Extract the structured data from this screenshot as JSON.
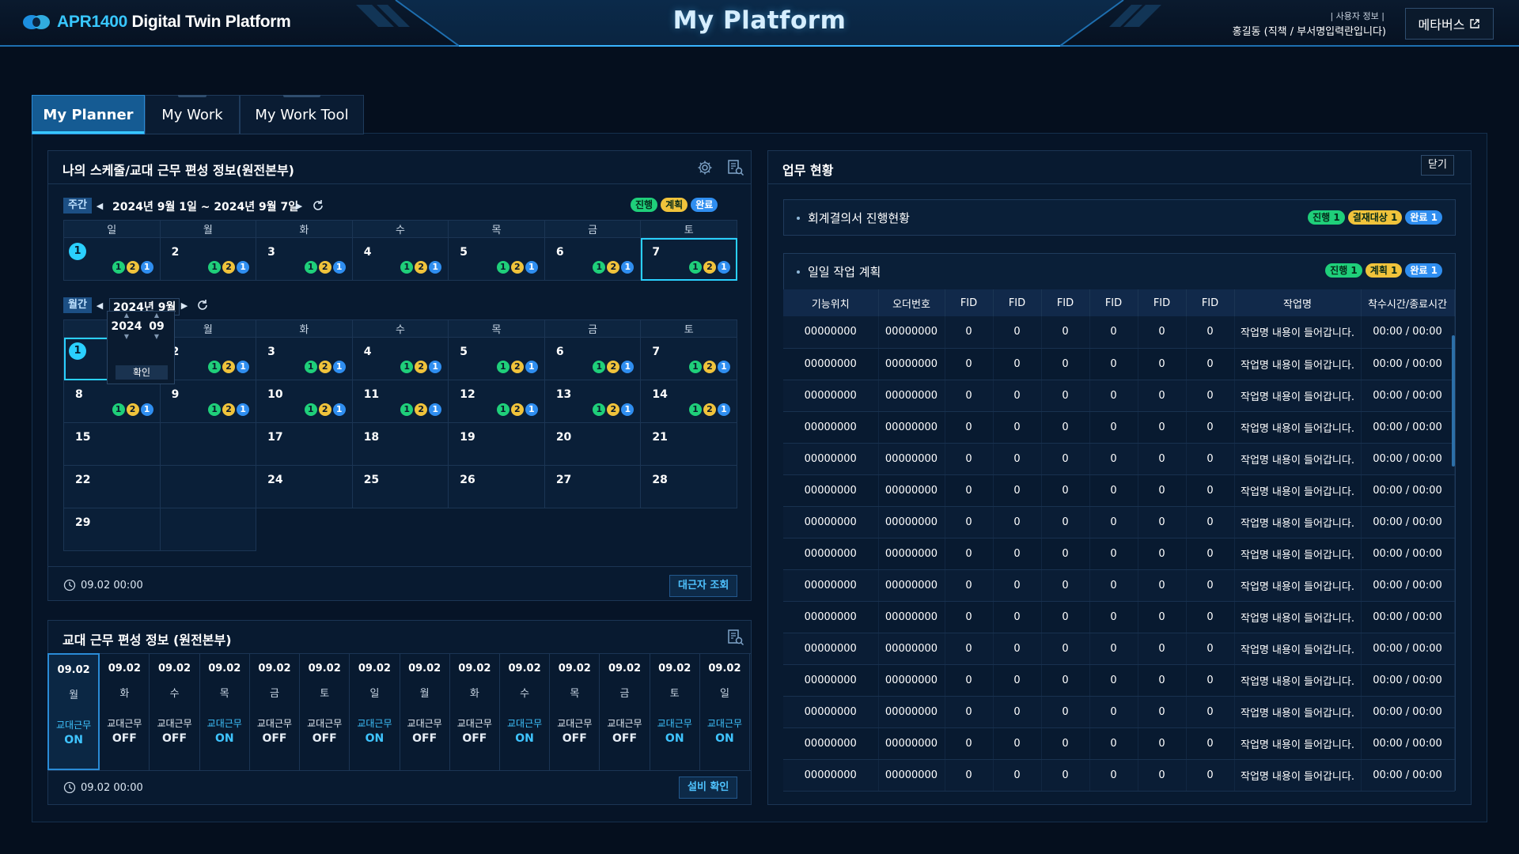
{
  "header": {
    "brand_prefix": "APR1400",
    "brand_suffix": " Digital Twin Platform",
    "title": "My Platform",
    "user_label": "| 사용자 정보 |",
    "user_name": "홍길동 (직책 / 부서명입력란입니다)",
    "metaverse_button": "메타버스"
  },
  "tabs": [
    {
      "label": "My Planner",
      "active": true
    },
    {
      "label": "My Work",
      "active": false
    },
    {
      "label": "My Work Tool",
      "active": false
    }
  ],
  "schedule": {
    "title": "나의 스케줄/교대 근무 편성 정보(원전본부)",
    "legend": [
      "진행",
      "계획",
      "완료"
    ],
    "weekly": {
      "label": "주간",
      "range": "2024년 9월 1일 ~ 2024년 9월 7일",
      "weekdays": [
        "일",
        "월",
        "화",
        "수",
        "목",
        "금",
        "토"
      ],
      "days": [
        "1",
        "2",
        "3",
        "4",
        "5",
        "6",
        "7"
      ],
      "dots": [
        "1",
        "2",
        "1"
      ]
    },
    "monthly": {
      "label": "월간",
      "range": "2024년 9월",
      "weekdays": [
        "일",
        "월",
        "화",
        "수",
        "목",
        "금",
        "토"
      ],
      "rows": [
        [
          "1",
          "2",
          "3",
          "4",
          "5",
          "6",
          "7"
        ],
        [
          "8",
          "9",
          "10",
          "11",
          "12",
          "13",
          "14"
        ],
        [
          "15",
          "",
          "17",
          "18",
          "19",
          "20",
          "21"
        ],
        [
          "22",
          "",
          "24",
          "25",
          "26",
          "27",
          "28"
        ],
        [
          "29",
          "",
          "",
          "",
          "",
          "",
          ""
        ]
      ],
      "picker": {
        "year": "2024",
        "month": "09",
        "confirm": "확인"
      }
    },
    "footer_time": "09.02 00:00",
    "footer_button": "대근자 조회"
  },
  "shift": {
    "title": "교대 근무 편성 정보 (원전본부)",
    "days": [
      {
        "date": "09.02",
        "day": "월",
        "type": "교대근무",
        "state": "ON"
      },
      {
        "date": "09.02",
        "day": "화",
        "type": "교대근무",
        "state": "OFF"
      },
      {
        "date": "09.02",
        "day": "수",
        "type": "교대근무",
        "state": "OFF"
      },
      {
        "date": "09.02",
        "day": "목",
        "type": "교대근무",
        "state": "ON"
      },
      {
        "date": "09.02",
        "day": "금",
        "type": "교대근무",
        "state": "OFF"
      },
      {
        "date": "09.02",
        "day": "토",
        "type": "교대근무",
        "state": "OFF"
      },
      {
        "date": "09.02",
        "day": "일",
        "type": "교대근무",
        "state": "ON"
      },
      {
        "date": "09.02",
        "day": "월",
        "type": "교대근무",
        "state": "OFF"
      },
      {
        "date": "09.02",
        "day": "화",
        "type": "교대근무",
        "state": "OFF"
      },
      {
        "date": "09.02",
        "day": "수",
        "type": "교대근무",
        "state": "ON"
      },
      {
        "date": "09.02",
        "day": "목",
        "type": "교대근무",
        "state": "OFF"
      },
      {
        "date": "09.02",
        "day": "금",
        "type": "교대근무",
        "state": "OFF"
      },
      {
        "date": "09.02",
        "day": "토",
        "type": "교대근무",
        "state": "ON"
      },
      {
        "date": "09.02",
        "day": "일",
        "type": "교대근무",
        "state": "ON"
      }
    ],
    "footer_time": "09.02 00:00",
    "footer_button": "설비 확인"
  },
  "work": {
    "title": "업무 현황",
    "close_button": "닫기",
    "accounting": {
      "title": "회계결의서 진행현황",
      "badges": [
        "진행 1",
        "결재대상 1",
        "완료 1"
      ]
    },
    "daily": {
      "title": "일일 작업 계획",
      "badges": [
        "진행 1",
        "계획 1",
        "완료 1"
      ],
      "columns": [
        "기능위치",
        "오더번호",
        "FID",
        "FID",
        "FID",
        "FID",
        "FID",
        "FID",
        "작업명",
        "착수시간/종료시간"
      ],
      "rows": [
        [
          "00000000",
          "00000000",
          "0",
          "0",
          "0",
          "0",
          "0",
          "0",
          "작업명 내용이 들어갑니다.",
          "00:00 / 00:00"
        ],
        [
          "00000000",
          "00000000",
          "0",
          "0",
          "0",
          "0",
          "0",
          "0",
          "작업명 내용이 들어갑니다.",
          "00:00 / 00:00"
        ],
        [
          "00000000",
          "00000000",
          "0",
          "0",
          "0",
          "0",
          "0",
          "0",
          "작업명 내용이 들어갑니다.",
          "00:00 / 00:00"
        ],
        [
          "00000000",
          "00000000",
          "0",
          "0",
          "0",
          "0",
          "0",
          "0",
          "작업명 내용이 들어갑니다.",
          "00:00 / 00:00"
        ],
        [
          "00000000",
          "00000000",
          "0",
          "0",
          "0",
          "0",
          "0",
          "0",
          "작업명 내용이 들어갑니다.",
          "00:00 / 00:00"
        ],
        [
          "00000000",
          "00000000",
          "0",
          "0",
          "0",
          "0",
          "0",
          "0",
          "작업명 내용이 들어갑니다.",
          "00:00 / 00:00"
        ],
        [
          "00000000",
          "00000000",
          "0",
          "0",
          "0",
          "0",
          "0",
          "0",
          "작업명 내용이 들어갑니다.",
          "00:00 / 00:00"
        ],
        [
          "00000000",
          "00000000",
          "0",
          "0",
          "0",
          "0",
          "0",
          "0",
          "작업명 내용이 들어갑니다.",
          "00:00 / 00:00"
        ],
        [
          "00000000",
          "00000000",
          "0",
          "0",
          "0",
          "0",
          "0",
          "0",
          "작업명 내용이 들어갑니다.",
          "00:00 / 00:00"
        ],
        [
          "00000000",
          "00000000",
          "0",
          "0",
          "0",
          "0",
          "0",
          "0",
          "작업명 내용이 들어갑니다.",
          "00:00 / 00:00"
        ],
        [
          "00000000",
          "00000000",
          "0",
          "0",
          "0",
          "0",
          "0",
          "0",
          "작업명 내용이 들어갑니다.",
          "00:00 / 00:00"
        ],
        [
          "00000000",
          "00000000",
          "0",
          "0",
          "0",
          "0",
          "0",
          "0",
          "작업명 내용이 들어갑니다.",
          "00:00 / 00:00"
        ],
        [
          "00000000",
          "00000000",
          "0",
          "0",
          "0",
          "0",
          "0",
          "0",
          "작업명 내용이 들어갑니다.",
          "00:00 / 00:00"
        ],
        [
          "00000000",
          "00000000",
          "0",
          "0",
          "0",
          "0",
          "0",
          "0",
          "작업명 내용이 들어갑니다.",
          "00:00 / 00:00"
        ],
        [
          "00000000",
          "00000000",
          "0",
          "0",
          "0",
          "0",
          "0",
          "0",
          "작업명 내용이 들어갑니다.",
          "00:00 / 00:00"
        ]
      ]
    }
  },
  "colors": {
    "accent": "#2ad0ff",
    "progress": "#1fcf7a",
    "plan": "#f0c33b",
    "done": "#2f8ef0",
    "background": "#050f1e"
  }
}
